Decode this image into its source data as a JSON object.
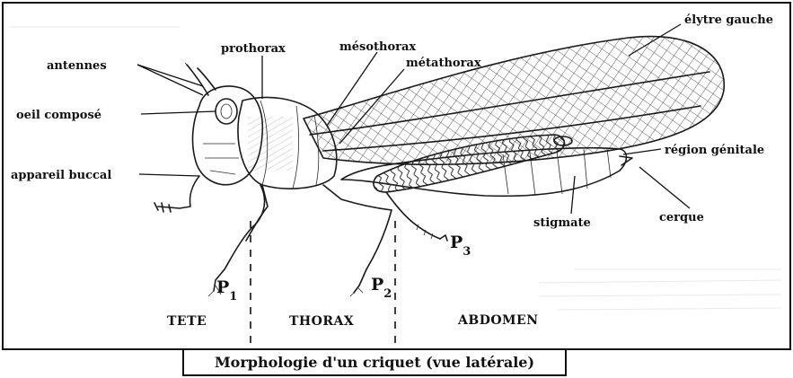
{
  "labels": {
    "antennae": "antennes",
    "compound_eye": "oeil composé",
    "mouthparts": "appareil buccal",
    "prothorax": "prothorax",
    "mesothorax": "mésothorax",
    "metathorax": "métathorax",
    "left_elytron": "élytre gauche",
    "genital_region": "région génitale",
    "stigma": "stigmate",
    "cercus": "cerque"
  },
  "legs": {
    "p1": {
      "letter": "P",
      "index": "1"
    },
    "p2": {
      "letter": "P",
      "index": "2"
    },
    "p3": {
      "letter": "P",
      "index": "3"
    }
  },
  "regions": {
    "head": "TETE",
    "thorax": "THORAX",
    "abdomen": "ABDOMEN"
  },
  "caption": "Morphologie d'un criquet (vue latérale)"
}
